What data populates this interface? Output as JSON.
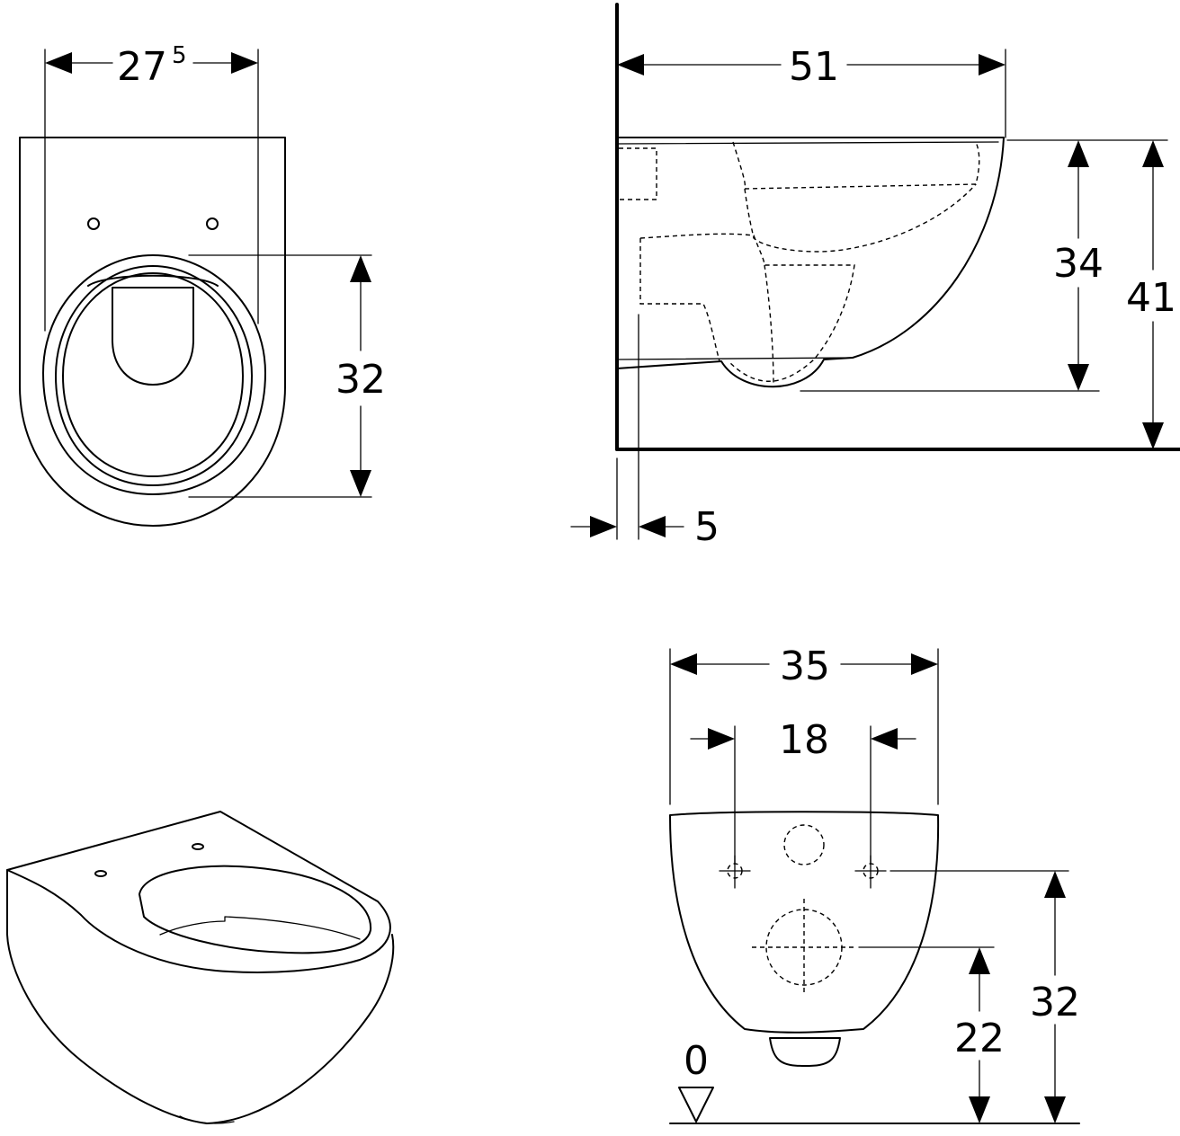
{
  "top_view": {
    "width_main": "27",
    "width_sup": "5",
    "seat_depth": "32"
  },
  "side_view": {
    "length": "51",
    "rim_height": "34",
    "total_height": "41",
    "wall_offset": "5"
  },
  "rear_view": {
    "width": "35",
    "bolt_spacing": "18",
    "bolt_height": "32",
    "outlet_height": "22",
    "floor_level": "0"
  }
}
